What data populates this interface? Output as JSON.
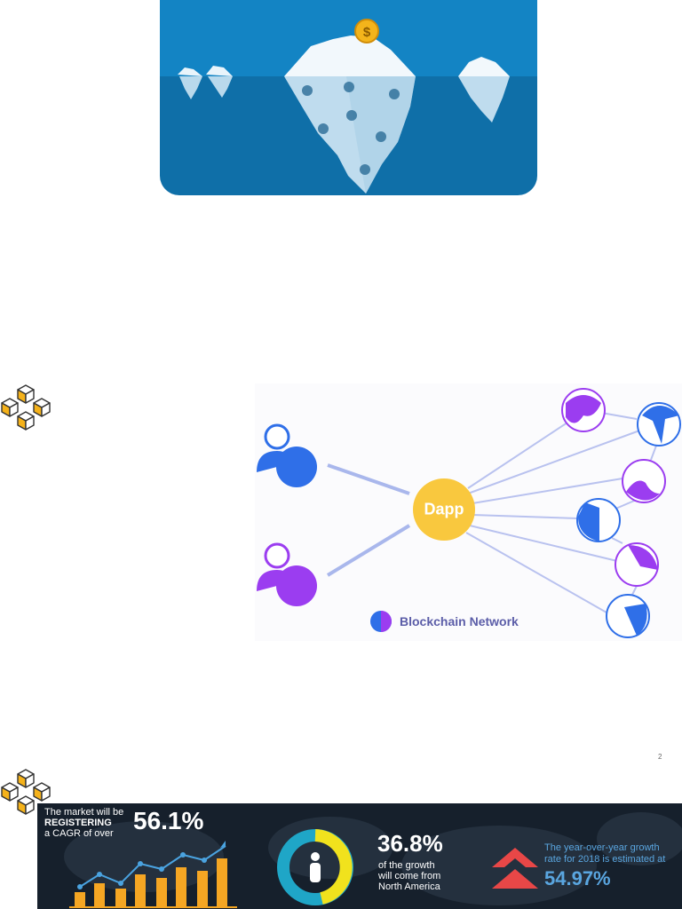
{
  "dapp_slide": {
    "center_label": "Dapp",
    "legend_label": "Blockchain Network",
    "page_number": "2"
  },
  "market_banner": {
    "cagr_line1": "The market will be",
    "cagr_line2": "REGISTERING",
    "cagr_line3": "a CAGR of over",
    "cagr_value": "56.1%",
    "growth_value": "36.8%",
    "growth_line1": "of the growth",
    "growth_line2": "will come from",
    "growth_line3": "North America",
    "yoy_line1": "The year-over-year growth",
    "yoy_line2": "rate for 2018 is estimated at",
    "yoy_value": "54.97%"
  },
  "colors": {
    "sea": "#0f6fa8",
    "sky": "#1384c4",
    "dapp_yellow": "#f9c83e",
    "user_blue": "#2f6fe8",
    "user_purple": "#9b3df0",
    "banner_bg": "#16202c",
    "bar_orange": "#f5a623",
    "donut_yellow": "#f1e21d",
    "donut_teal": "#1fa6c7"
  },
  "icons": [
    "dollar-coin-icon",
    "blockchain-cubes-icon",
    "user-icon",
    "node-icon",
    "up-arrow-icon"
  ]
}
